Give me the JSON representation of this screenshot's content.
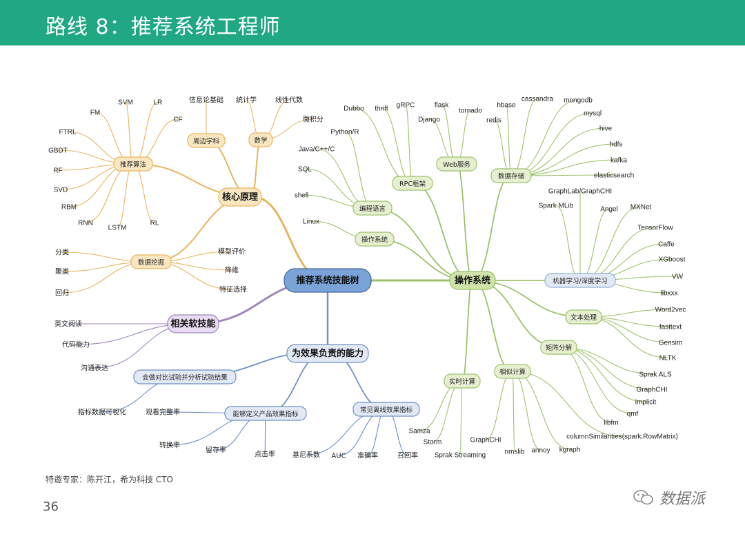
{
  "header": {
    "title": "路线 8：推荐系统工程师"
  },
  "footer": {
    "note": "特邀专家：陈开江，希为科技 CTO",
    "page": "36",
    "brand": "数据派"
  },
  "colors": {
    "header": "#1fa882",
    "orange": "#e7b55f",
    "green": "#9cc26a",
    "purple": "#9e86b8",
    "blue": "#6d8fc6"
  },
  "center": "推荐系统技能树",
  "core": {
    "label": "核心原理",
    "algorithms": {
      "label": "推荐算法",
      "items": [
        "FM",
        "SVM",
        "LR",
        "CF",
        "FTRL",
        "GBDT",
        "RF",
        "SVD",
        "RBM",
        "RNN",
        "LSTM",
        "RL"
      ]
    },
    "peripheral": {
      "label": "周边学科",
      "items": [
        "信息论基础"
      ]
    },
    "math": {
      "label": "数学",
      "items": [
        "统计学",
        "线性代数",
        "微积分"
      ]
    },
    "mining": {
      "label": "数据挖掘",
      "items": [
        "分类",
        "聚类",
        "回归",
        "模型评价",
        "降维",
        "特征选择"
      ]
    }
  },
  "soft": {
    "label": "相关软技能",
    "items": [
      "英文阅读",
      "代码能力",
      "沟通表达"
    ]
  },
  "effect": {
    "label": "为效果负责的能力",
    "experiment": {
      "label": "会做对比试验并分析试验结果",
      "items": [
        "指标数据可视化"
      ]
    },
    "define": {
      "label": "能够定义产品效果指标",
      "items": [
        "观看完整率",
        "转换率",
        "留存率",
        "点击率"
      ]
    },
    "offline": {
      "label": "常见离线效果指标",
      "items": [
        "基尼系数",
        "AUC",
        "准确率",
        "召回率"
      ]
    }
  },
  "ops": {
    "label": "操作系统",
    "prog": {
      "label": "编程语言",
      "items": [
        "Python/R",
        "Java/C++/C",
        "SQL",
        "shell"
      ]
    },
    "os": {
      "label": "操作系统",
      "items": [
        "Linux"
      ]
    },
    "rpc": {
      "label": "RPC框架",
      "items": [
        "Dubbo",
        "thrift",
        "gRPC"
      ]
    },
    "web": {
      "label": "Web服务",
      "items": [
        "flask",
        "tornado",
        "Django"
      ]
    },
    "storage": {
      "label": "数据存储",
      "items": [
        "hbase",
        "cassandra",
        "mongodb",
        "redis",
        "mysql",
        "hive",
        "hdfs",
        "kafka",
        "elasticsearch"
      ]
    },
    "ml": {
      "label": "机器学习/深度学习",
      "items": [
        "GraphLab/GraphCHI",
        "Spark MLib",
        "Angel",
        "MXNet",
        "TensorFlow",
        "Caffe",
        "XGboost",
        "VW",
        "libxxx"
      ]
    },
    "text": {
      "label": "文本处理",
      "items": [
        "Word2vec",
        "fasttext",
        "Gensim",
        "NLTK"
      ]
    },
    "mf": {
      "label": "矩阵分解",
      "items": [
        "Sprak ALS",
        "GraphCHI",
        "implicit",
        "qmf",
        "libfm"
      ]
    },
    "sim": {
      "label": "相似计算",
      "items": [
        "GraphCHI",
        "nmslib",
        "annoy",
        "kgraph",
        "columnSimilarities(spark.RowMatrix)"
      ]
    },
    "rt": {
      "label": "实时计算",
      "items": [
        "Samza",
        "Storm",
        "Sprak Streaming"
      ]
    }
  }
}
